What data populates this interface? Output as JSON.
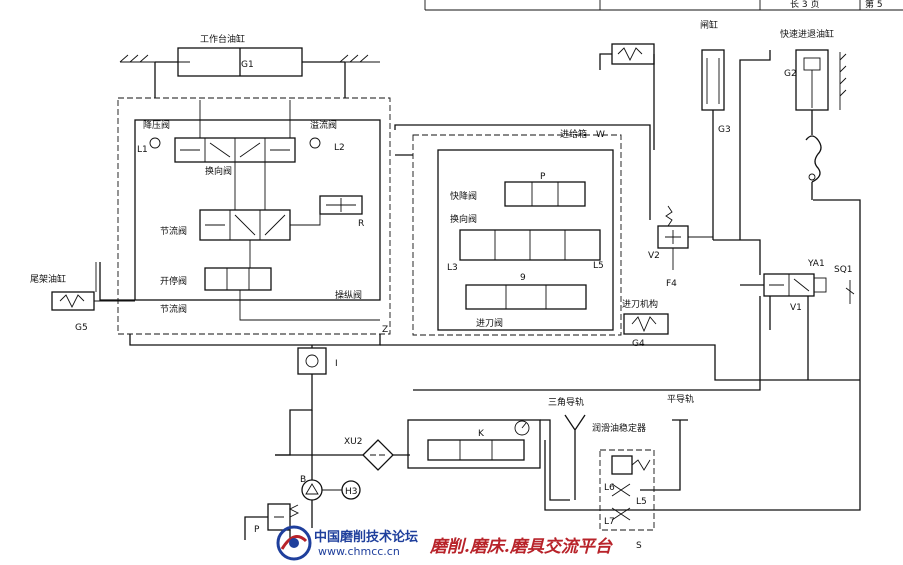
{
  "header_cells": [
    "长 3 页",
    "第 5"
  ],
  "labels": {
    "tool_cylinder": "工作台油缸",
    "G1": "G1",
    "L1_valve": "降压阀",
    "L1": "L1",
    "L2_valve": "溢流阀",
    "L2": "L2",
    "dir_valve": "换向阀",
    "throttle": "节流阀",
    "R": "R",
    "start_stop": "开停阀",
    "control_valve": "操纵阀",
    "throttle_valve": "节流阀",
    "Z": "Z",
    "G5_label": "尾架油缸",
    "G5": "G5",
    "I": "I",
    "feed_box": "进给箱",
    "W": "W",
    "P": "P",
    "fast_valve": "快降阀",
    "rev_valve": "换向阀",
    "L3": "L3",
    "L5": "L5",
    "n9": "9",
    "feed_valve": "进刀阀",
    "feed_cyl": "进刀机构",
    "G4": "G4",
    "gate": "闸缸",
    "G3": "G3",
    "fast_cyl": "快速进退油缸",
    "G2": "G2",
    "V2": "V2",
    "F4": "F4",
    "YA1": "YA1",
    "SQ1": "SQ1",
    "V1": "V1",
    "vee_rail": "三角导轨",
    "flat_rail": "平导轨",
    "lube": "润滑油稳定器",
    "XU2": "XU2",
    "K": "K",
    "B": "B",
    "H3": "H3",
    "L6": "L6",
    "L7": "L7",
    "L5b": "L5",
    "S": "S",
    "Pb": "P"
  },
  "watermark": {
    "name": "中国磨削技术论坛",
    "url": "www.chmcc.cn",
    "slogan": "磨削.磨床.磨具交流平台"
  },
  "colors": {
    "line": "#111111",
    "watermark_blue": "#1f3f9c",
    "watermark_red": "#b8232a"
  }
}
